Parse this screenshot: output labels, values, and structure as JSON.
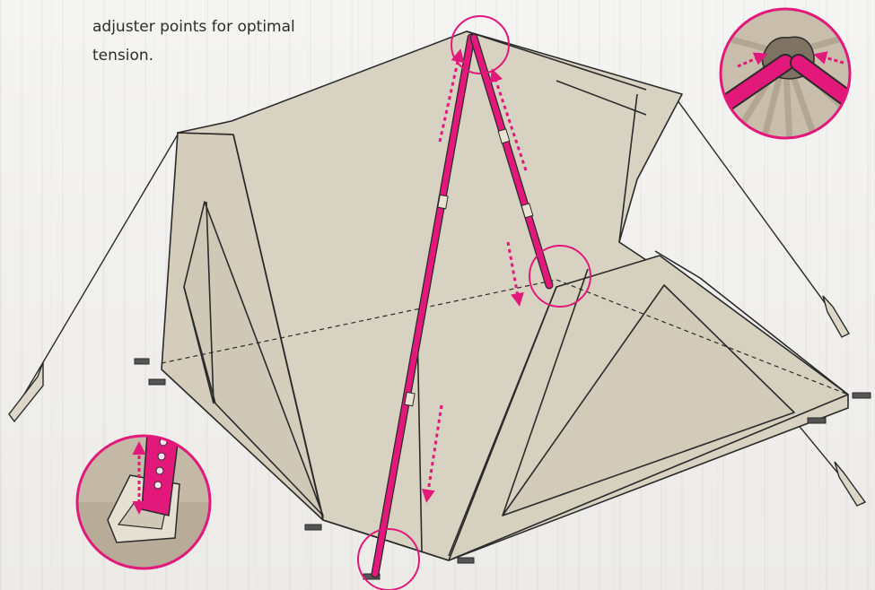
{
  "caption": {
    "line1": "adjuster points for optimal",
    "line2": "tension."
  },
  "colors": {
    "canvas": "#d8d2c2",
    "canvas_shade": "#cfc8b7",
    "outline": "#2a2a2a",
    "pole": "#e2197a",
    "highlight": "#e2197a",
    "inset_bg": "#c8bcab"
  },
  "icons": {
    "peak": "pole-peak-joint-detail",
    "base": "pole-height-adjuster-detail"
  }
}
